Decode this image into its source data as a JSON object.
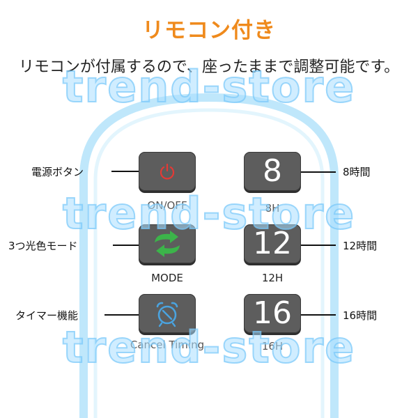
{
  "header": {
    "title": "リモコン付き",
    "subtitle": "リモコンが付属するので、座ったままで調整可能です。"
  },
  "colors": {
    "title": "#ef8a1c",
    "remote_outline": "#bfe7fb",
    "button_bg": "#5d5d5d",
    "power_icon": "#e53935",
    "mode_icon": "#3cb44a",
    "timer_icon": "#4aa3df"
  },
  "buttons": {
    "power": {
      "icon": "power-icon",
      "label": "ON/OFF",
      "callout": "電源ボタン"
    },
    "mode": {
      "icon": "mode-arrows-icon",
      "label": "MODE",
      "callout": "3つ光色モード"
    },
    "timer": {
      "icon": "alarm-clock-icon",
      "label": "Cancel Timing",
      "callout": "タイマー機能"
    },
    "h8": {
      "number": "8",
      "label": "8H",
      "callout": "8時間"
    },
    "h12": {
      "number": "12",
      "label": "12H",
      "callout": "12時間"
    },
    "h16": {
      "number": "16",
      "label": "16H",
      "callout": "16時間"
    }
  },
  "watermark": {
    "text": "trend-store"
  }
}
